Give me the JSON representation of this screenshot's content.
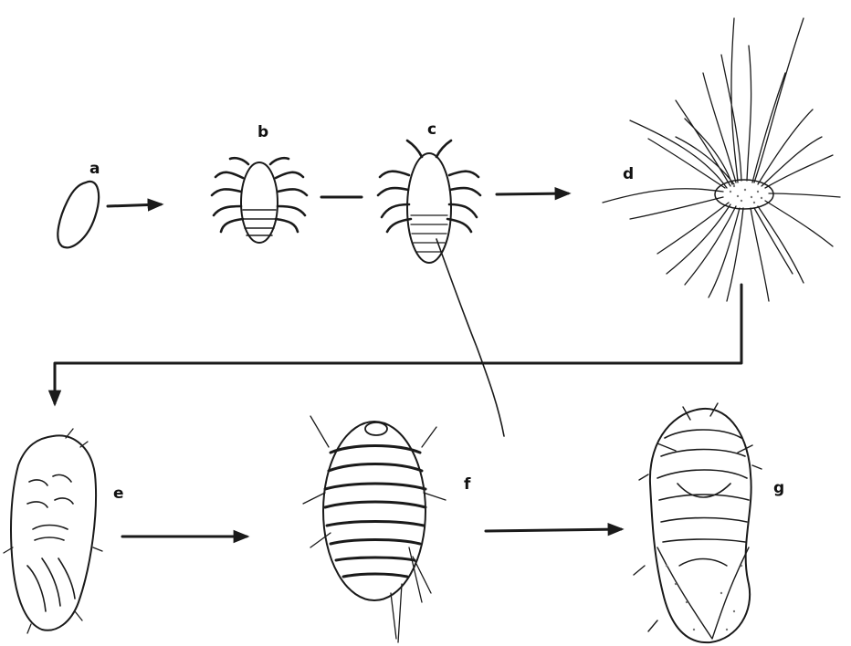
{
  "diagram": {
    "stages": [
      {
        "id": "a",
        "label": "a"
      },
      {
        "id": "b",
        "label": "b"
      },
      {
        "id": "c",
        "label": "c"
      },
      {
        "id": "d",
        "label": "d"
      },
      {
        "id": "e",
        "label": "e"
      },
      {
        "id": "f",
        "label": "f"
      },
      {
        "id": "g",
        "label": "g"
      }
    ],
    "flow": [
      "a",
      "b",
      "c",
      "d",
      "e",
      "f",
      "g"
    ],
    "colors": {
      "ink": "#1a1a1a",
      "background": "#ffffff"
    }
  }
}
